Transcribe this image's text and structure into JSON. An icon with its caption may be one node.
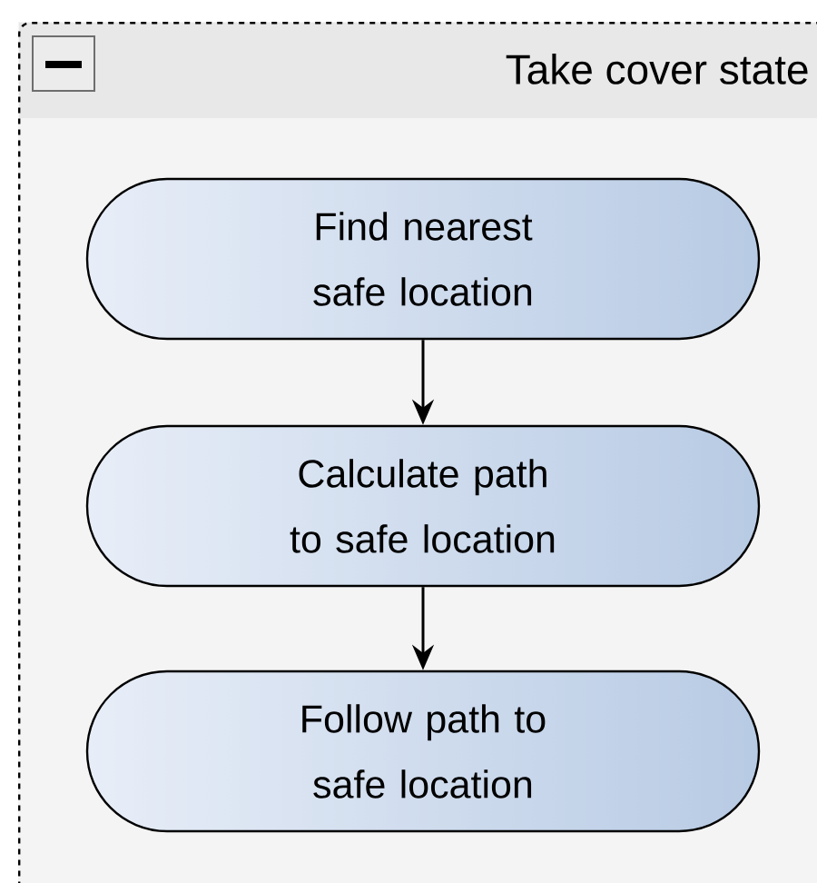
{
  "diagram": {
    "nodes": [
      {
        "text": [
          "Take cover state"
        ]
      },
      {
        "text": [
          "Find nearest safe location"
        ],
        "in": 0
      },
      {
        "text": [
          "Calculate path to safe location"
        ],
        "in": 0
      },
      {
        "text": [
          "Follow path to safe location"
        ],
        "in": 0
      }
    ],
    "edges": [
      {
        "from": 1,
        "to": 2,
        "arrow": "to"
      },
      {
        "from": 2,
        "to": 3,
        "arrow": "to"
      }
    ]
  }
}
